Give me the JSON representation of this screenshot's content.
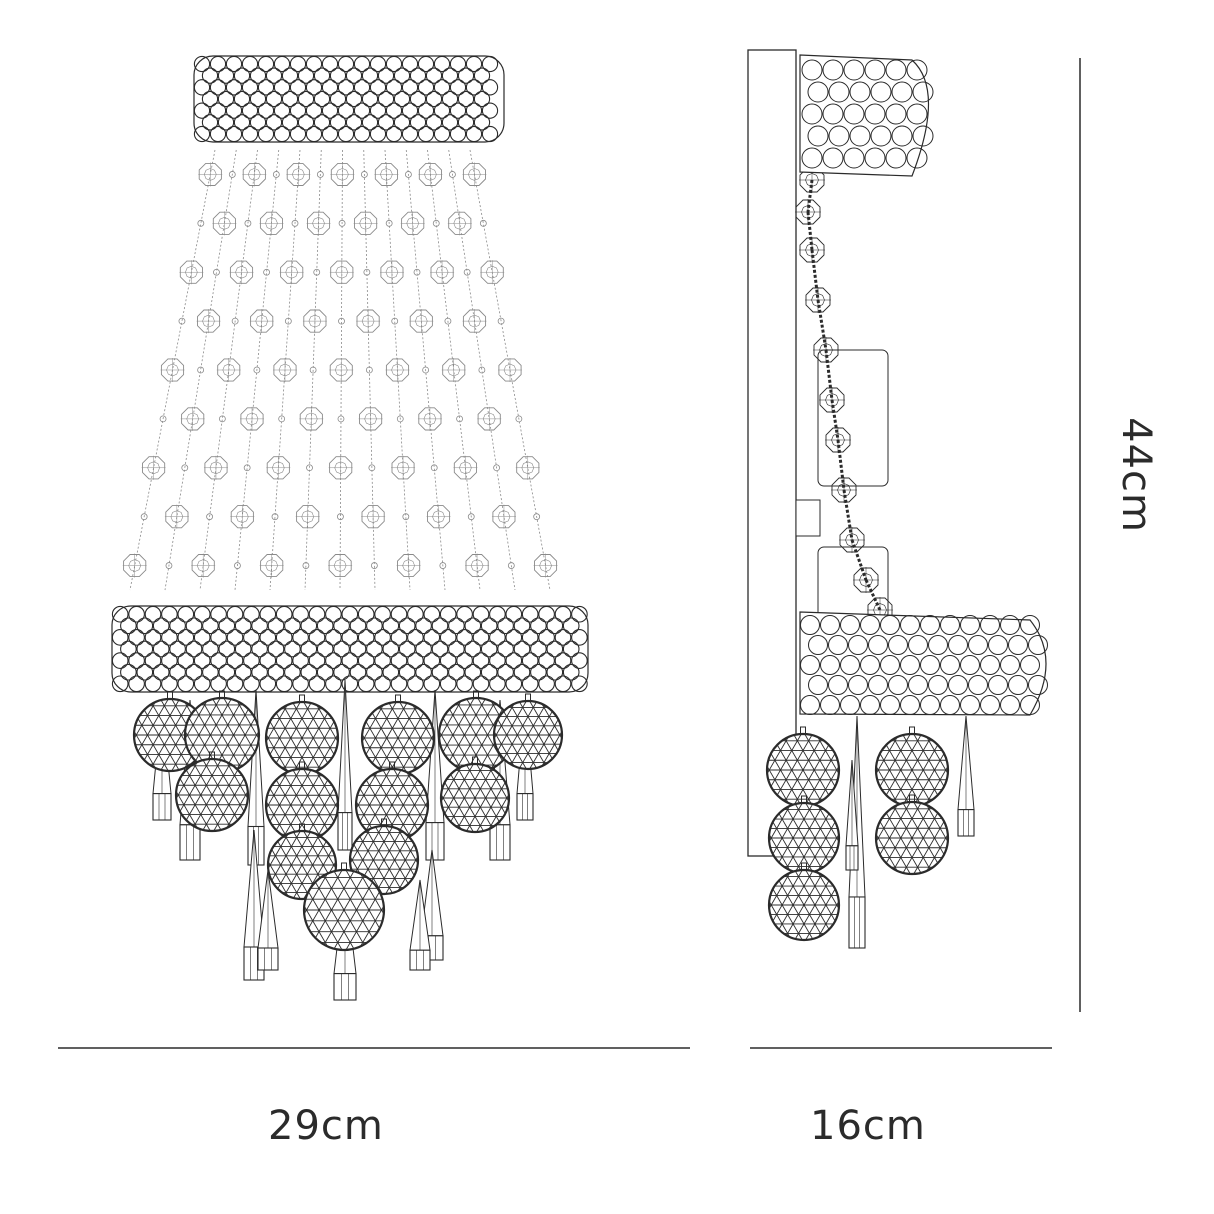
{
  "dimensions": {
    "width": "29cm",
    "depth": "16cm",
    "height": "44cm"
  },
  "colors": {
    "line": "#2b2b2b",
    "light_line": "#8a8a8a",
    "background": "#ffffff"
  }
}
